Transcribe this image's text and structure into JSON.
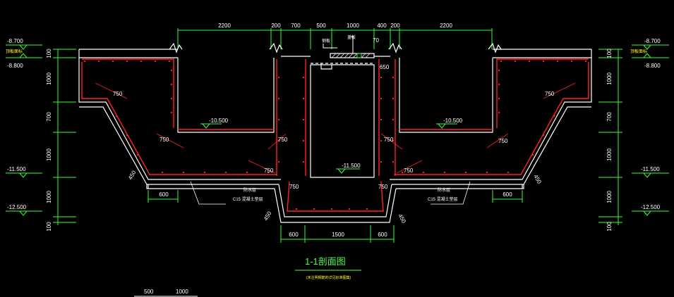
{
  "top_dims": [
    "2200",
    "200",
    "700",
    "500",
    "1000",
    "400",
    "200",
    "2200"
  ],
  "callouts": {
    "left": "钢板",
    "right": "盖板",
    "seventy": "70",
    "six50": "650"
  },
  "left_levels": [
    "-8.700",
    "-8.800",
    "-11.500",
    "-12.500"
  ],
  "right_levels": [
    "-8.700",
    "-8.800",
    "-11.500",
    "-12.500"
  ],
  "left_level_note": "顶板面标",
  "right_level_note": "顶板面标",
  "left_vertical_dims": [
    "100",
    "1000",
    "700",
    "1000",
    "1000",
    "100"
  ],
  "right_vertical_dims": [
    "100",
    "1000",
    "700",
    "1000",
    "1000",
    "100"
  ],
  "inner_levels": [
    "-10.500",
    "-10.500",
    "-11.500"
  ],
  "haunch_dims": [
    "750",
    "750",
    "750",
    "750",
    "750",
    "750",
    "750",
    "750",
    "750",
    "750"
  ],
  "bottom_dims_left": "600",
  "bottom_dims_right": "600",
  "bottom_dims_center": [
    "600",
    "1500",
    "600"
  ],
  "slope_labels": [
    "450",
    "450",
    "450",
    "450"
  ],
  "layer_notes_left": [
    "防水层",
    "C15 混凝土垫层"
  ],
  "layer_notes_right": [
    "防水层",
    "C15 混凝土垫层"
  ],
  "section_title": "1-1剖面图",
  "section_subtitle": "(未注明钢筋的详见标准图集)",
  "scale_labels": [
    "500",
    "1000"
  ],
  "colors": {
    "concrete": "#ffffff",
    "rebar": "#ff2020",
    "dim": "#33ff33",
    "title": "#4cff4c",
    "note": "#ffff33"
  }
}
